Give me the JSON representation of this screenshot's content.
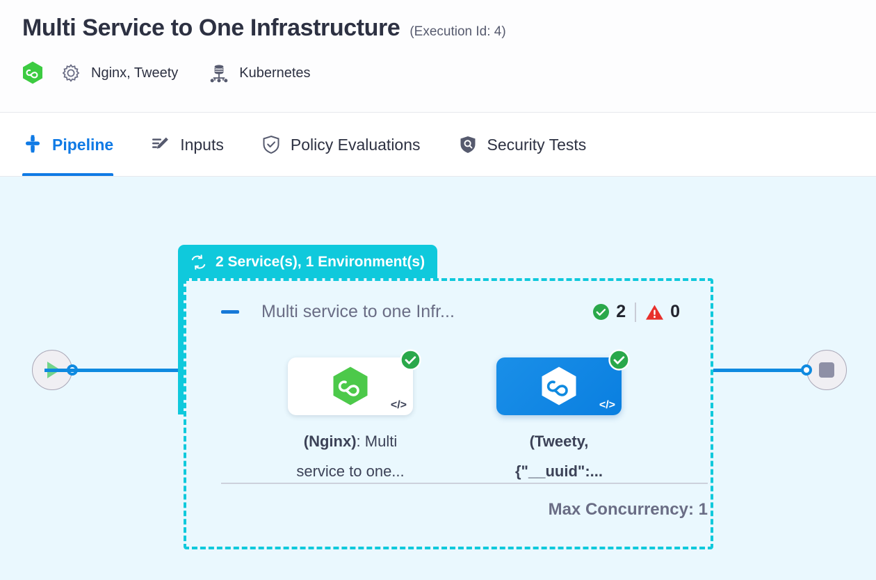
{
  "header": {
    "title": "Multi Service to One Infrastructure",
    "execution_id": "(Execution Id: 4)",
    "services_label": "Nginx, Tweety",
    "infrastructure_label": "Kubernetes",
    "brand_icon": "hexagon-infinity-logo",
    "services_icon": "gear-icon",
    "infrastructure_icon": "kubernetes-icon"
  },
  "tabs": [
    {
      "id": "pipeline",
      "label": "Pipeline",
      "icon": "pipeline-icon",
      "active": true
    },
    {
      "id": "inputs",
      "label": "Inputs",
      "icon": "edit-pencil-icon",
      "active": false
    },
    {
      "id": "policy-evaluations",
      "label": "Policy Evaluations",
      "icon": "shield-check-icon",
      "active": false
    },
    {
      "id": "security-tests",
      "label": "Security Tests",
      "icon": "shield-search-icon",
      "active": false
    }
  ],
  "colors": {
    "accent_blue": "#0f7ae5",
    "group_teal": "#0fc9dc",
    "canvas_bg": "#eaf8fe",
    "success_green": "#2aa84a",
    "warning_red": "#e8302c",
    "selected_node_blue": "#0a7fe0"
  },
  "canvas": {
    "start_node": {
      "icon": "play-icon",
      "name": "pipeline-start"
    },
    "end_node": {
      "icon": "stop-icon",
      "name": "pipeline-end"
    },
    "group": {
      "header_label": "2 Service(s), 1 Environment(s)",
      "header_icon": "loop-repeat-icon",
      "collapse_icon": "minus-collapse-icon",
      "title": "Multi service to one Infr...",
      "success_count": "2",
      "warning_count": "0",
      "max_concurrency_label": "Max Concurrency: 1",
      "nodes": [
        {
          "id": "nginx-node",
          "label_bold": "(Nginx)",
          "label_rest": ": Multi service to one...",
          "status": "success",
          "selected": false,
          "logo_icon": "hexagon-infinity-logo",
          "code_icon": "code-brackets-icon"
        },
        {
          "id": "tweety-node",
          "label_bold": "(Tweety, {\"__uuid\":...",
          "label_rest": "",
          "status": "success",
          "selected": true,
          "logo_icon": "hexagon-infinity-logo",
          "code_icon": "code-brackets-icon"
        }
      ]
    }
  }
}
